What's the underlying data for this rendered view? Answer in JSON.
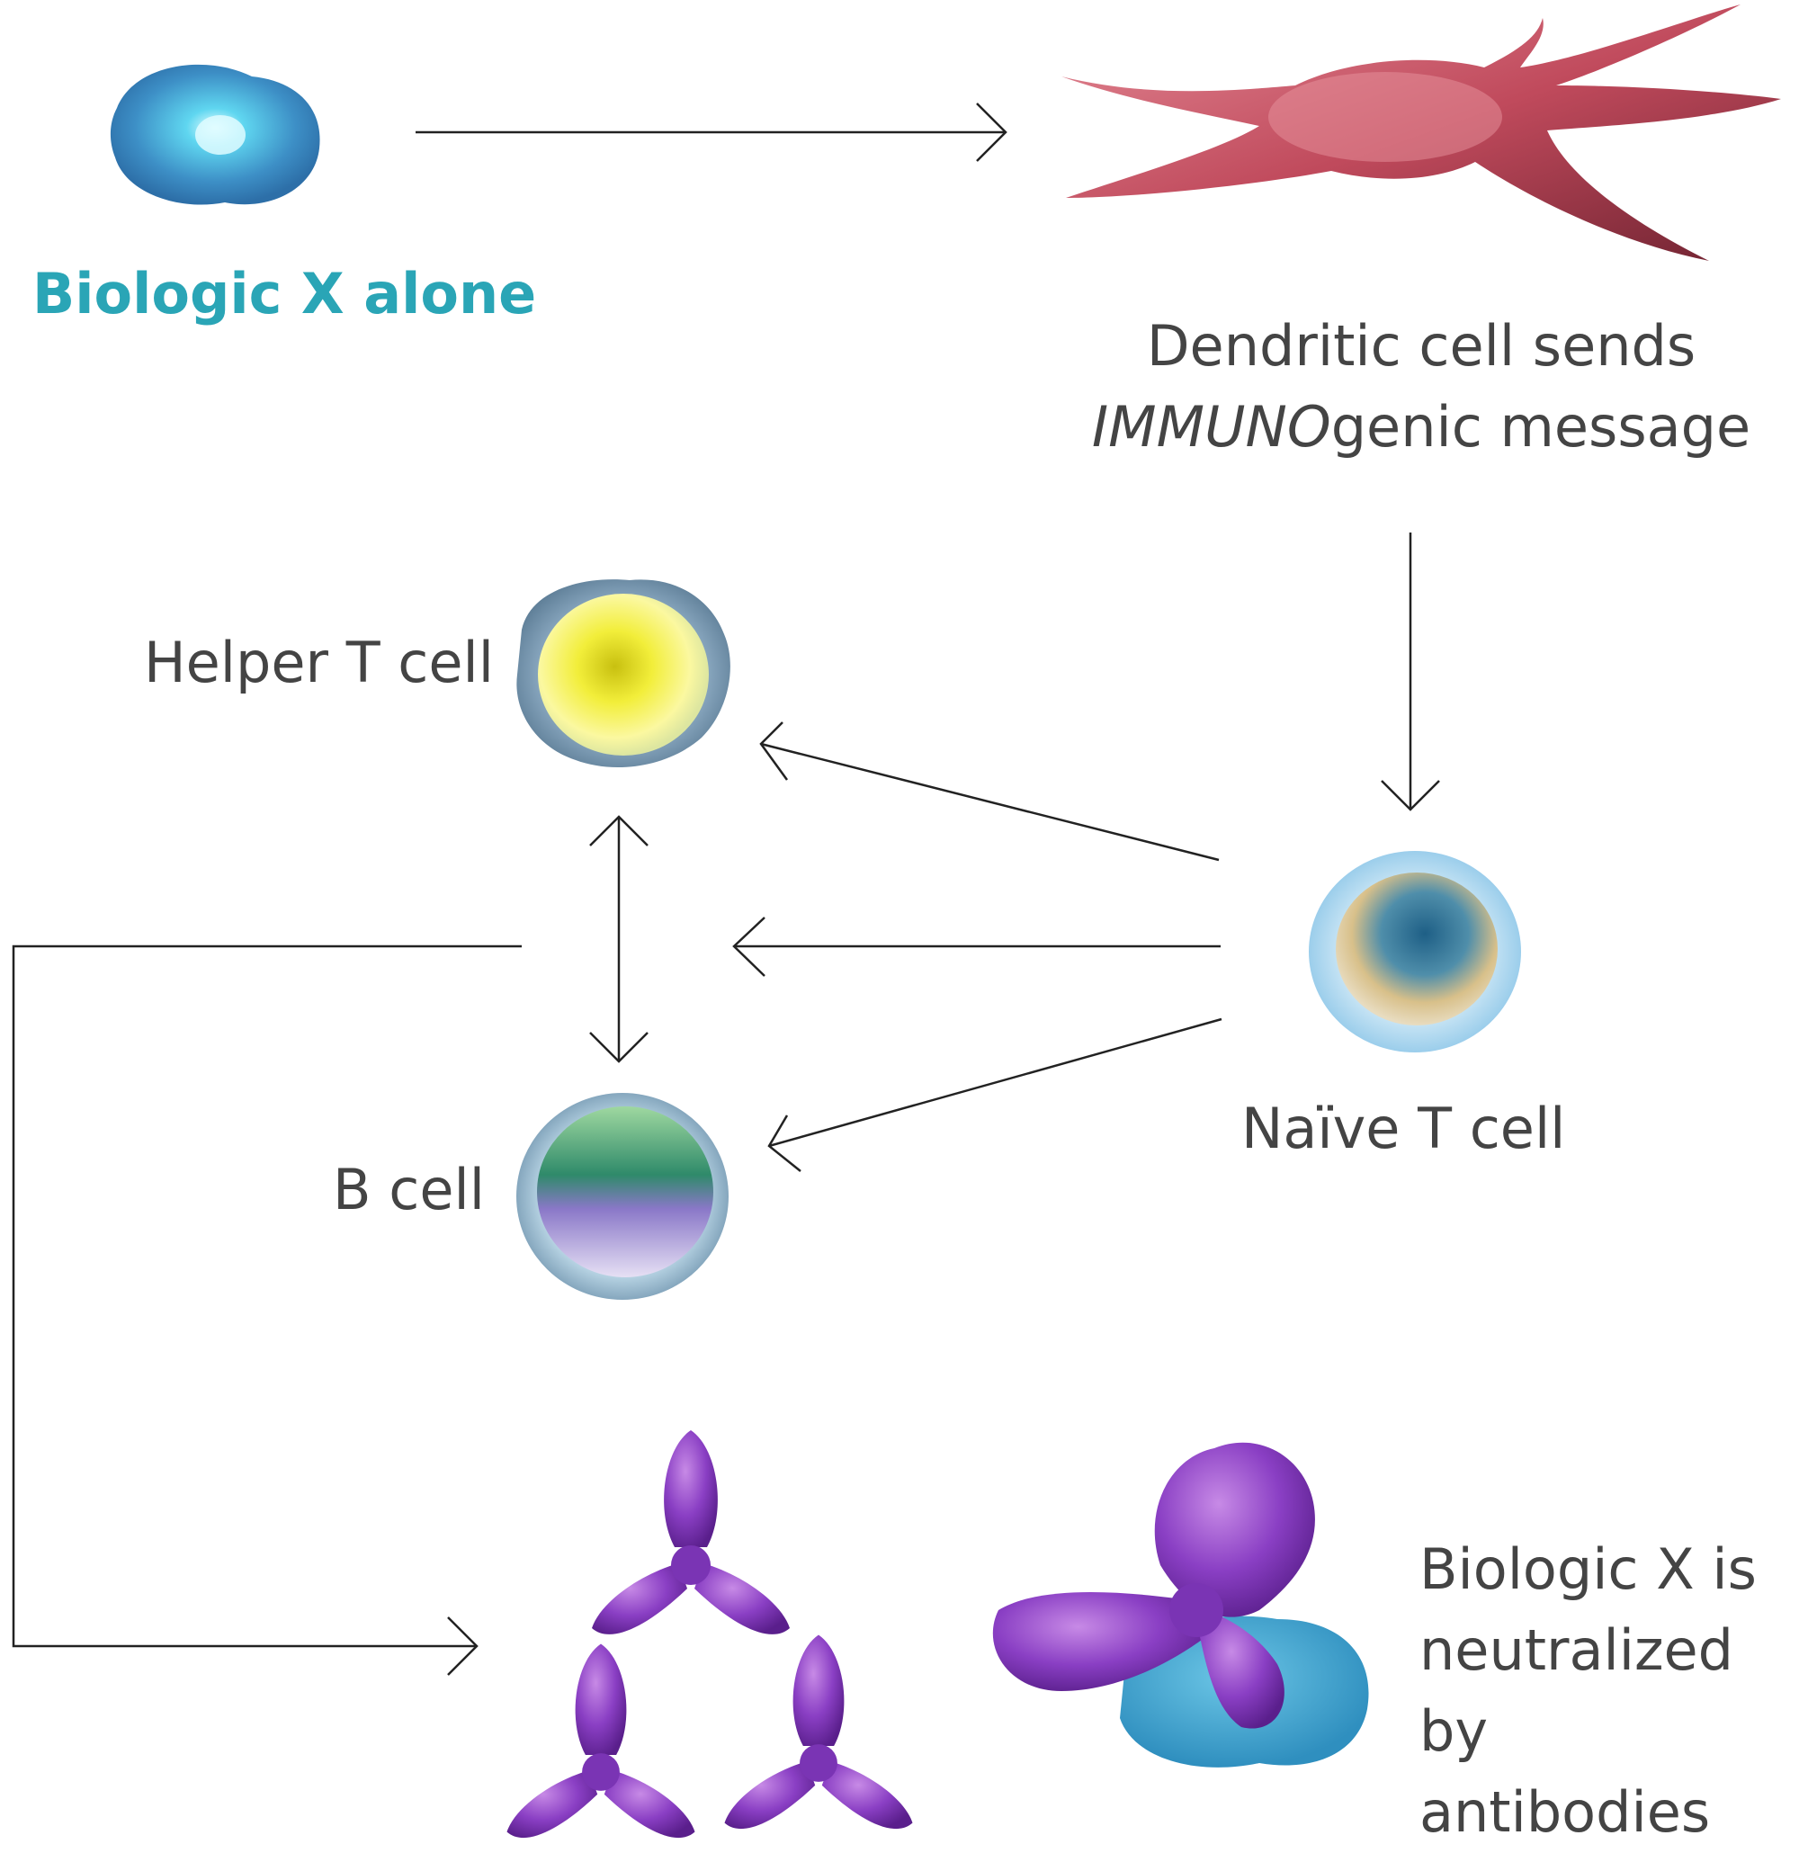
{
  "labels": {
    "biologic_alone": "Biologic X alone",
    "dendritic_line1": "Dendritic cell sends",
    "dendritic_italic": "IMMUNO",
    "dendritic_line2_rest": "genic message",
    "helper_t": "Helper T cell",
    "b_cell": "B cell",
    "naive_t": "Naïve T cell",
    "neutralized_line1": "Biologic X is",
    "neutralized_line2": "neutralized by",
    "neutralized_line3": "antibodies"
  },
  "colors": {
    "accent_teal": "#2aa5b6",
    "text": "#444444",
    "line": "#222222",
    "dendritic": "#c0485a",
    "helper_core": "#e6e020",
    "antibody": "#8a3fc4"
  },
  "nodes": [
    {
      "id": "biologic-x",
      "icon": "biologic-x-molecule-icon"
    },
    {
      "id": "dendritic-cell",
      "icon": "dendritic-cell-icon"
    },
    {
      "id": "naive-t-cell",
      "icon": "naive-t-cell-icon"
    },
    {
      "id": "helper-t-cell",
      "icon": "helper-t-cell-icon"
    },
    {
      "id": "b-cell",
      "icon": "b-cell-icon"
    },
    {
      "id": "antibodies",
      "icon": "antibody-icon"
    },
    {
      "id": "neutralized-complex",
      "icon": "antibody-bound-biologic-icon"
    }
  ],
  "edges": [
    {
      "from": "biologic-x",
      "to": "dendritic-cell"
    },
    {
      "from": "dendritic-cell",
      "to": "naive-t-cell"
    },
    {
      "from": "naive-t-cell",
      "to": "helper-t-cell"
    },
    {
      "from": "naive-t-cell",
      "to": "b-cell"
    },
    {
      "from": "naive-t-cell",
      "to": "helper-b-junction"
    },
    {
      "from": "helper-t-cell",
      "to": "b-cell",
      "bidirectional": true
    },
    {
      "from": "helper-b-junction",
      "to": "antibodies"
    }
  ]
}
